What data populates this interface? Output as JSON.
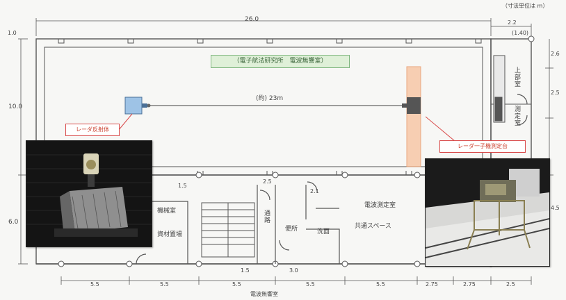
{
  "units_note": "（寸法単位は m）",
  "room_name": "（電子航法研究所　電波無響室）",
  "dimensions": {
    "overall_width": "26.0",
    "left_top": "1.0",
    "height_main": "10.0",
    "height_lower": "6.0",
    "right_top": "2.2",
    "right_small": "(1.40)",
    "right_col_a": "2.6",
    "right_col_b": "2.5",
    "right_col_c": "4.5",
    "stair_w": "1.5",
    "lower_a": "2.5",
    "lower_b": "2.1",
    "lower_c": "1.5",
    "lower_d": "3.0",
    "bottom": [
      "5.5",
      "5.5",
      "5.5",
      "5.5",
      "5.5",
      "2.75",
      "2.75",
      "2.5"
    ]
  },
  "distance_label": "(約) 23m",
  "annotations": {
    "left_device": "レーダ反射体",
    "right_device": "レーダ一子機測定台"
  },
  "rooms": {
    "upper_right_a": "上部室",
    "upper_right_b": "測定室",
    "lower_left_1": "機械室",
    "lower_left_2": "資材置場",
    "wc_1": "便所",
    "wc_2": "洗面",
    "wc_3": "通路",
    "lobby": "共通スペース",
    "measure_room": "電波測定室"
  },
  "footer": "電波無響室"
}
